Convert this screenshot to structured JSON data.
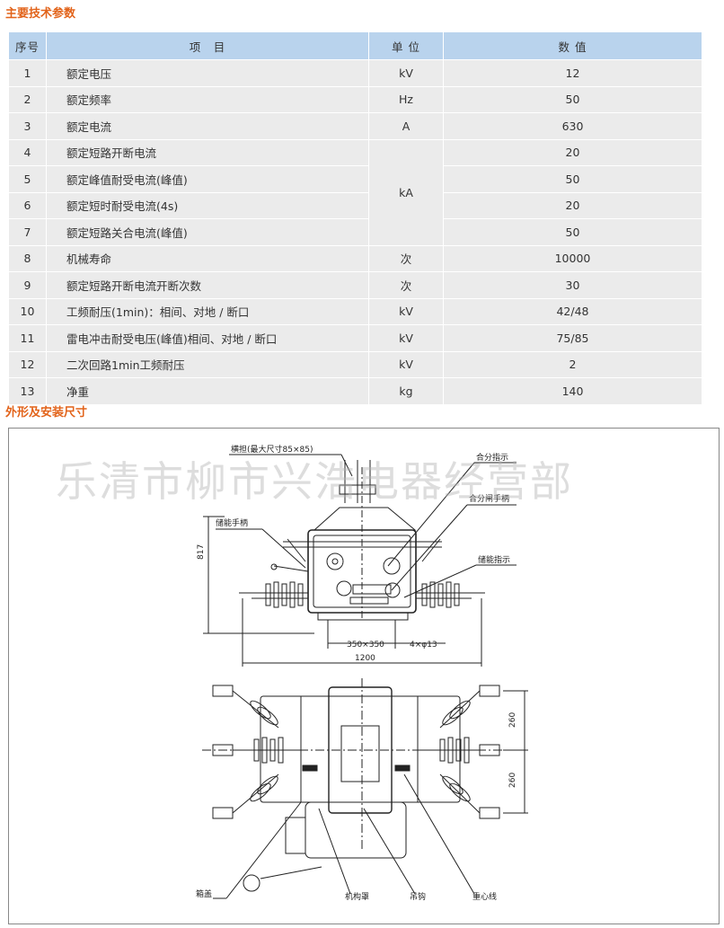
{
  "section1_title": "主要技术参数",
  "table": {
    "headers": [
      "序号",
      "项　目",
      "单 位",
      "数 值"
    ],
    "rows": [
      {
        "no": "1",
        "item": "额定电压",
        "unit": "kV",
        "value": "12"
      },
      {
        "no": "2",
        "item": "额定频率",
        "unit": "Hz",
        "value": "50"
      },
      {
        "no": "3",
        "item": "额定电流",
        "unit": "A",
        "value": "630"
      },
      {
        "no": "4",
        "item": "额定短路开断电流",
        "unit": "",
        "value": "20"
      },
      {
        "no": "5",
        "item": "额定峰值耐受电流(峰值)",
        "unit": "kA",
        "value": "50"
      },
      {
        "no": "6",
        "item": "额定短时耐受电流(4s)",
        "unit": "",
        "value": "20"
      },
      {
        "no": "7",
        "item": "额定短路关合电流(峰值)",
        "unit": "",
        "value": "50"
      },
      {
        "no": "8",
        "item": "机械寿命",
        "unit": "次",
        "value": "10000"
      },
      {
        "no": "9",
        "item": "额定短路开断电流开断次数",
        "unit": "次",
        "value": "30"
      },
      {
        "no": "10",
        "item": "工频耐压(1min)：相间、对地 / 断口",
        "unit": "kV",
        "value": "42/48"
      },
      {
        "no": "11",
        "item": "雷电冲击耐受电压(峰值)相间、对地 / 断口",
        "unit": "kV",
        "value": "75/85"
      },
      {
        "no": "12",
        "item": "二次回路1min工频耐压",
        "unit": "kV",
        "value": "2"
      },
      {
        "no": "13",
        "item": "净重",
        "unit": "kg",
        "value": "140"
      }
    ]
  },
  "section2_title": "外形及安装尺寸",
  "watermark": "乐清市柳市兴浩电器经营部",
  "drawing": {
    "labels": {
      "terminal": "横担(最大尺寸85×85)",
      "open_close_indicator": "合分指示",
      "open_close_handle": "合分闸手柄",
      "energy_handle": "储能手柄",
      "energy_indicator": "储能指示",
      "box_cover": "箱盖",
      "mechanism_cover": "机构罩",
      "lifting_lug": "吊钩",
      "center_line": "重心线"
    },
    "dims": {
      "height": "817",
      "mount": "350×350",
      "holes": "4×φ13",
      "width": "1200",
      "spacing_upper": "260",
      "spacing_lower": "260"
    }
  }
}
